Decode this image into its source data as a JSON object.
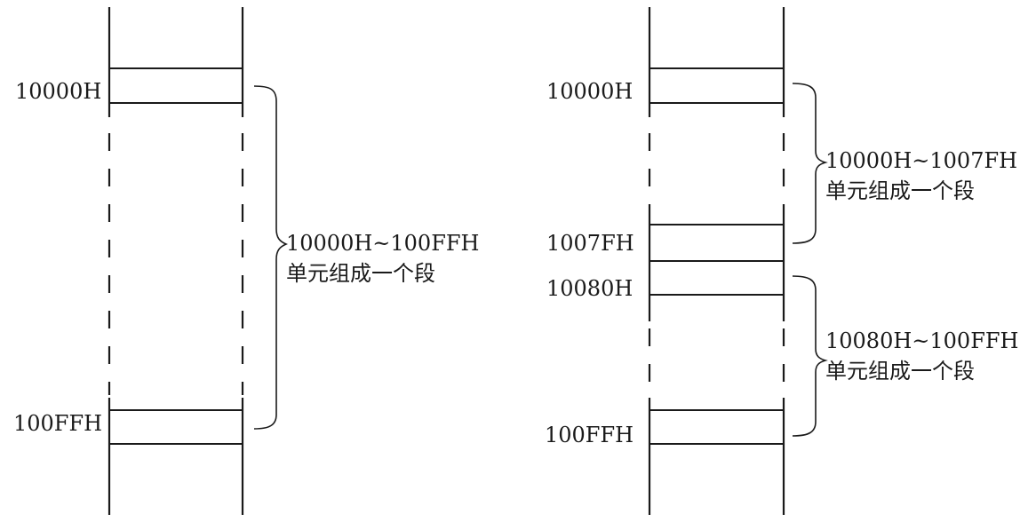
{
  "left_diagram": {
    "addresses": {
      "start": "10000H",
      "end": "100FFH"
    },
    "segment_note": {
      "range": "10000H~100FFH",
      "desc": "单元组成一个段"
    }
  },
  "right_diagram": {
    "addresses": {
      "start": "10000H",
      "mid_end": "1007FH",
      "mid_start": "10080H",
      "end": "100FFH"
    },
    "segment_note_1": {
      "range": "10000H~1007FH",
      "desc": "单元组成一个段"
    },
    "segment_note_2": {
      "range": "10080H~100FFH",
      "desc": "单元组成一个段"
    }
  }
}
